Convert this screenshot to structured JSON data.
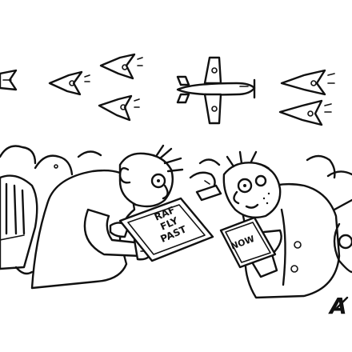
{
  "scene": {
    "description_free": true,
    "background": "#ffffff",
    "ink": "#111111"
  },
  "sign_left": {
    "lines": [
      "RAF",
      "FLY",
      "PAST"
    ]
  },
  "sign_right": {
    "text": "NOW"
  },
  "signature": {
    "text": "A"
  },
  "icons": [
    "jet-fighter-icon",
    "propeller-plane-icon",
    "tablet-icon",
    "smartphone-icon"
  ]
}
